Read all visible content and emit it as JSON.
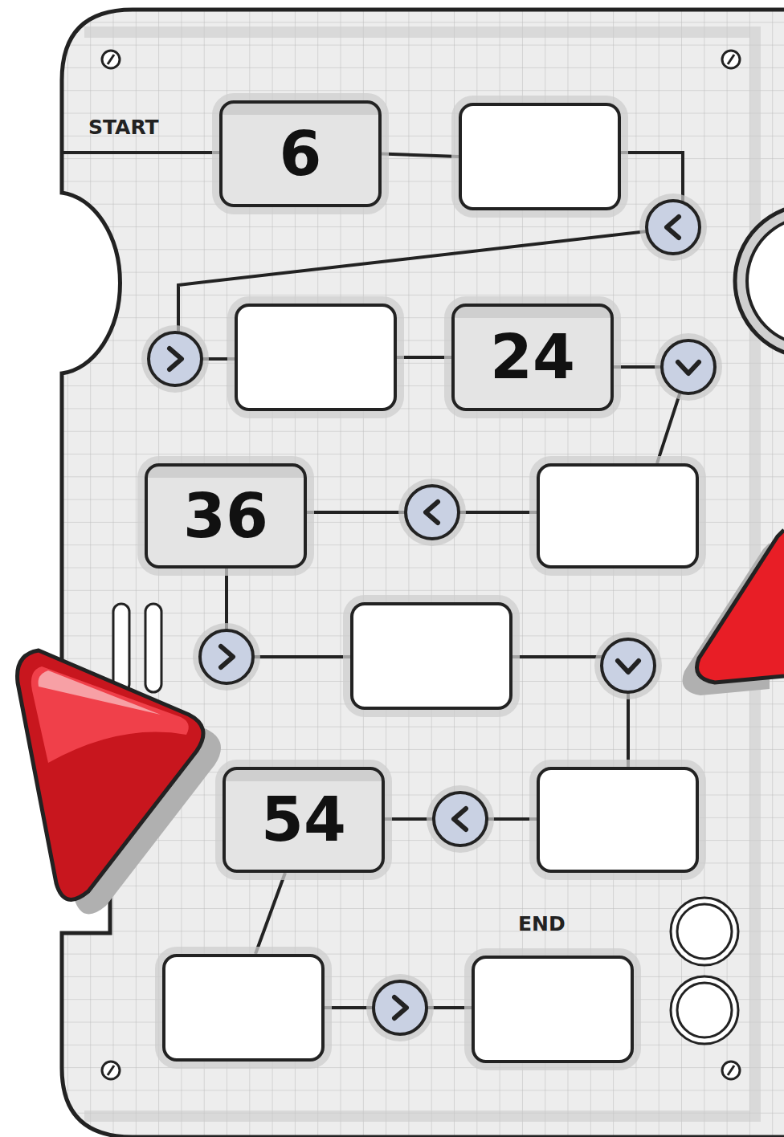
{
  "diagram": {
    "nodes": [
      {
        "text": [
          "6"
        ]
      },
      {
        "text": []
      },
      {
        "text": []
      },
      {
        "text": [
          "24"
        ]
      },
      {
        "text": []
      },
      {
        "text": [
          "36"
        ]
      },
      {
        "text": []
      },
      {
        "text": []
      },
      {
        "text": [
          "54"
        ]
      },
      {
        "text": []
      },
      {
        "text": []
      }
    ],
    "edges": [
      {
        "from": 0,
        "to": 1,
        "arrow": "none"
      },
      {
        "from": 1,
        "to": 2,
        "arrow": "none"
      },
      {
        "from": 2,
        "to": 3,
        "arrow": "none"
      },
      {
        "from": 3,
        "to": 4,
        "arrow": "none"
      },
      {
        "from": 4,
        "to": 5,
        "arrow": "none"
      },
      {
        "from": 5,
        "to": 6,
        "arrow": "none"
      },
      {
        "from": 6,
        "to": 7,
        "arrow": "none"
      },
      {
        "from": 7,
        "to": 8,
        "arrow": "none"
      },
      {
        "from": 8,
        "to": 9,
        "arrow": "none"
      },
      {
        "from": 9,
        "to": 10,
        "arrow": "none"
      }
    ],
    "labels": [
      "START",
      "END"
    ]
  }
}
